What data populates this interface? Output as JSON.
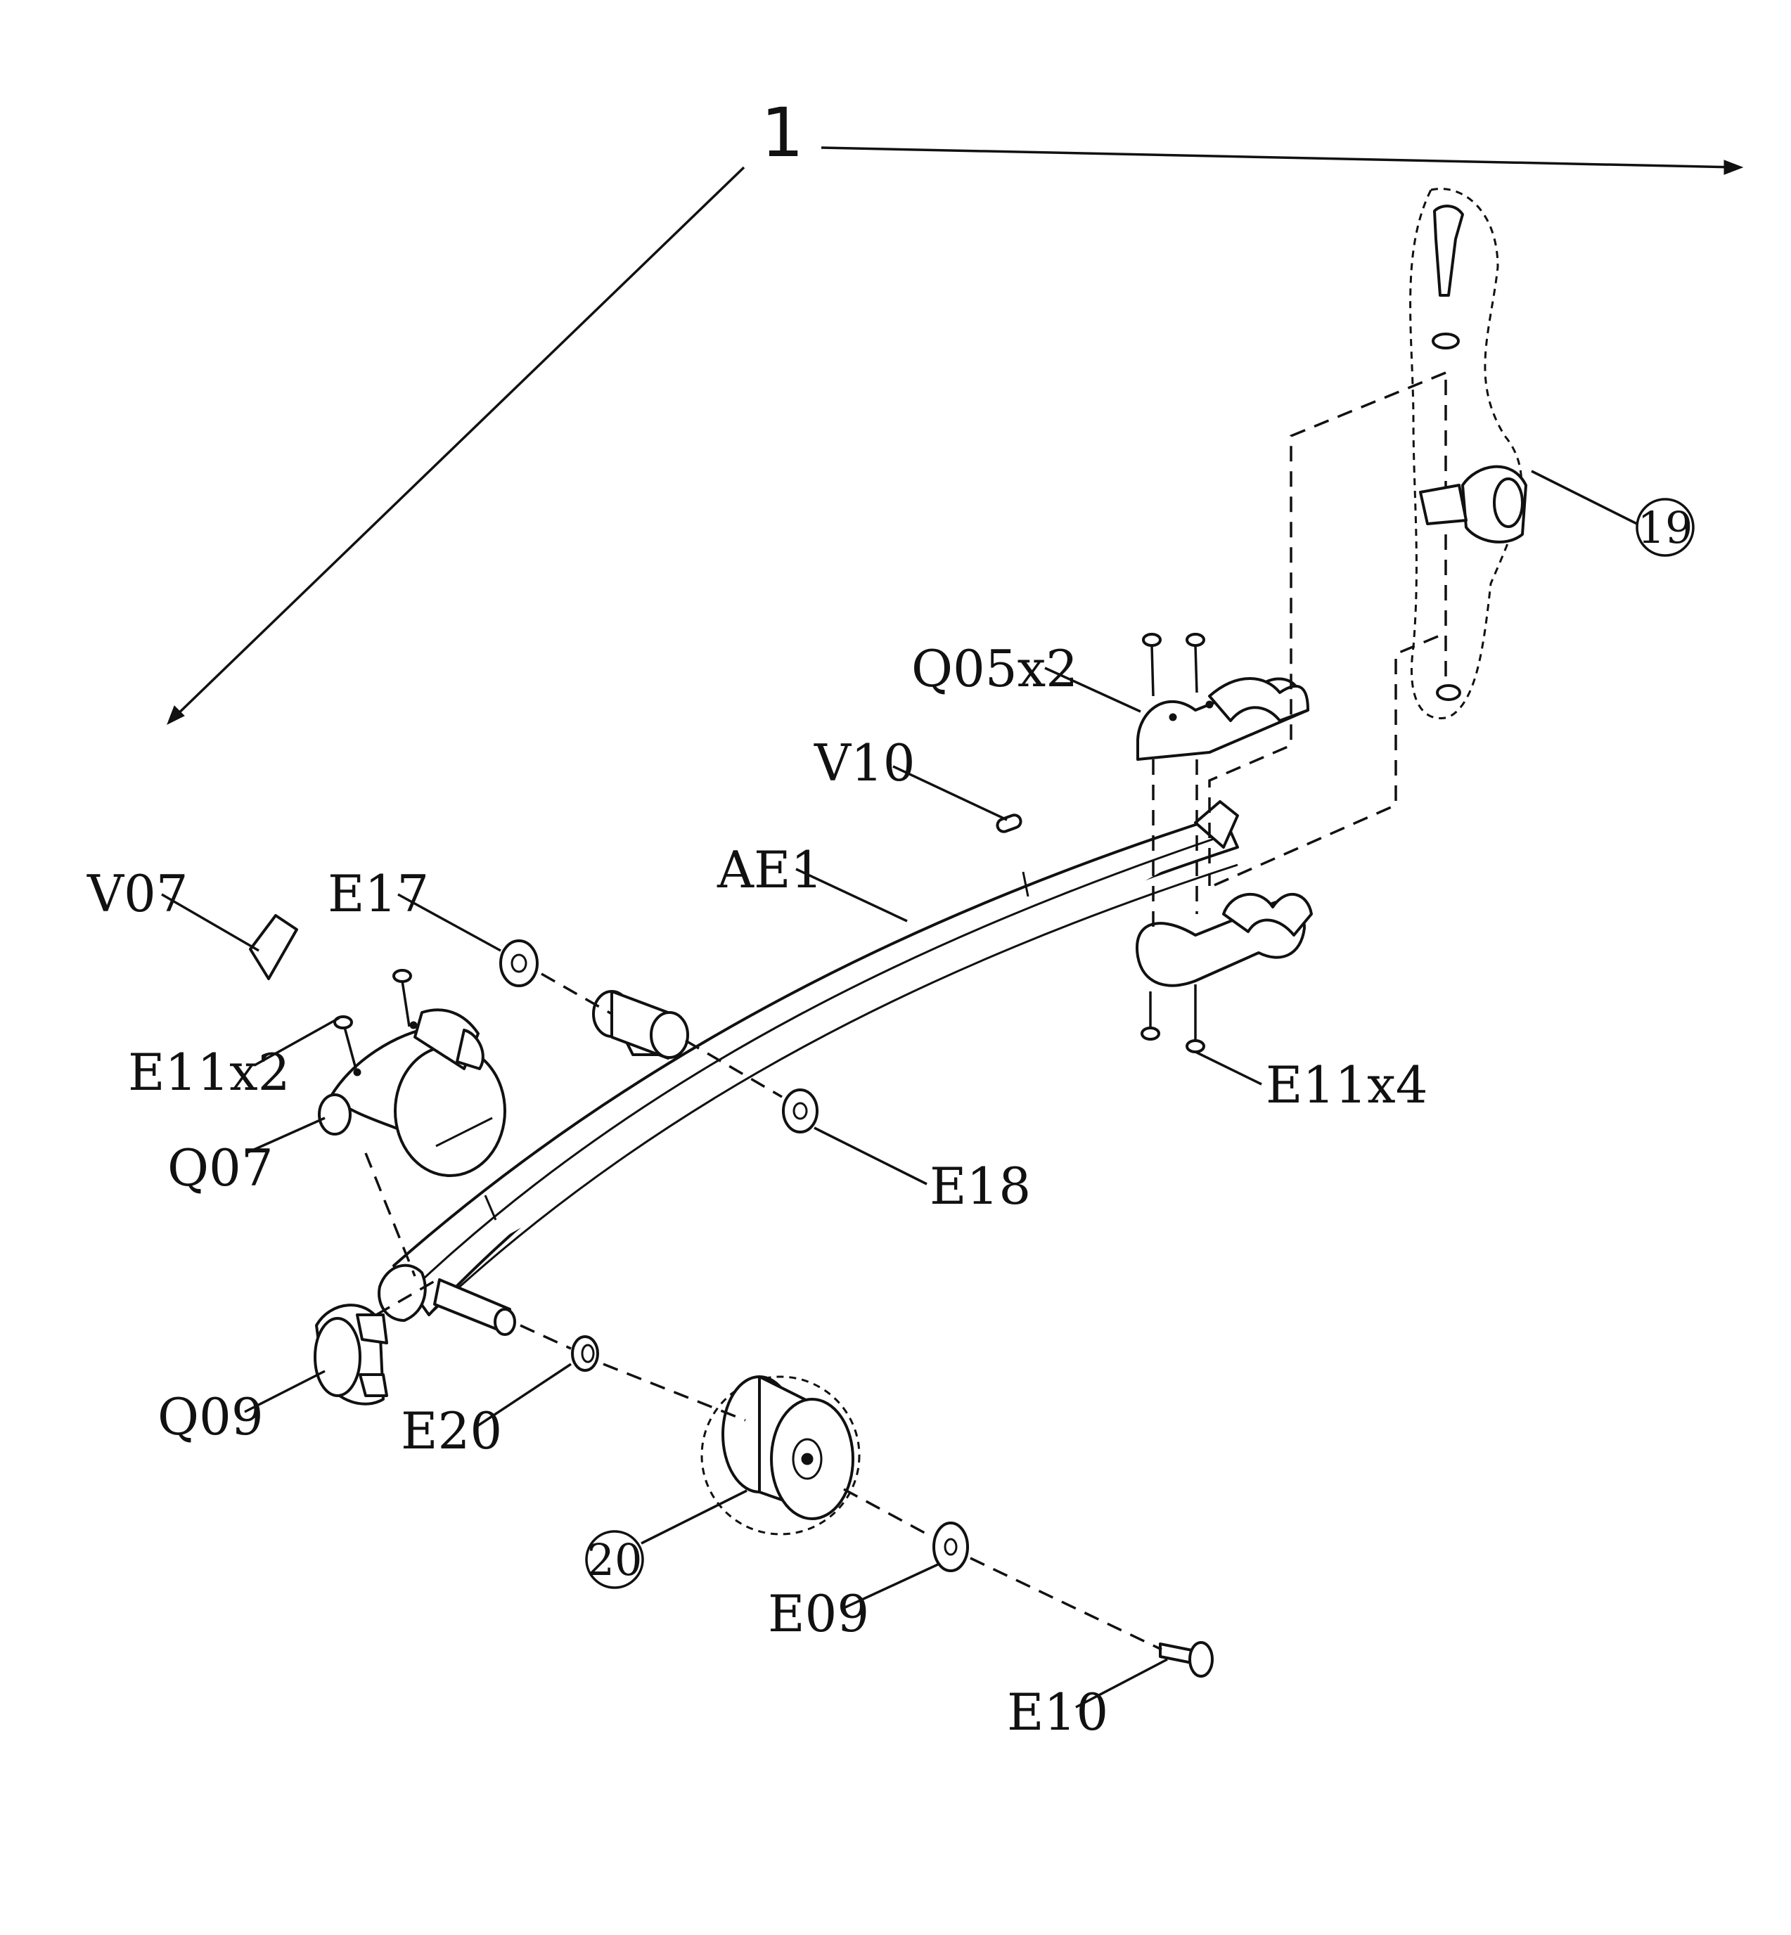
{
  "assembly_number": "1",
  "labels": {
    "v07": "V07",
    "e17": "E17",
    "e11x2": "E11x2",
    "q07": "Q07",
    "q09": "Q09",
    "e20": "E20",
    "item_20": "20",
    "e09": "E09",
    "e10": "E10",
    "e18": "E18",
    "ae1": "AE1",
    "v10": "V10",
    "q05x2": "Q05x2",
    "e11x4": "E11x4",
    "item_19": "19"
  }
}
